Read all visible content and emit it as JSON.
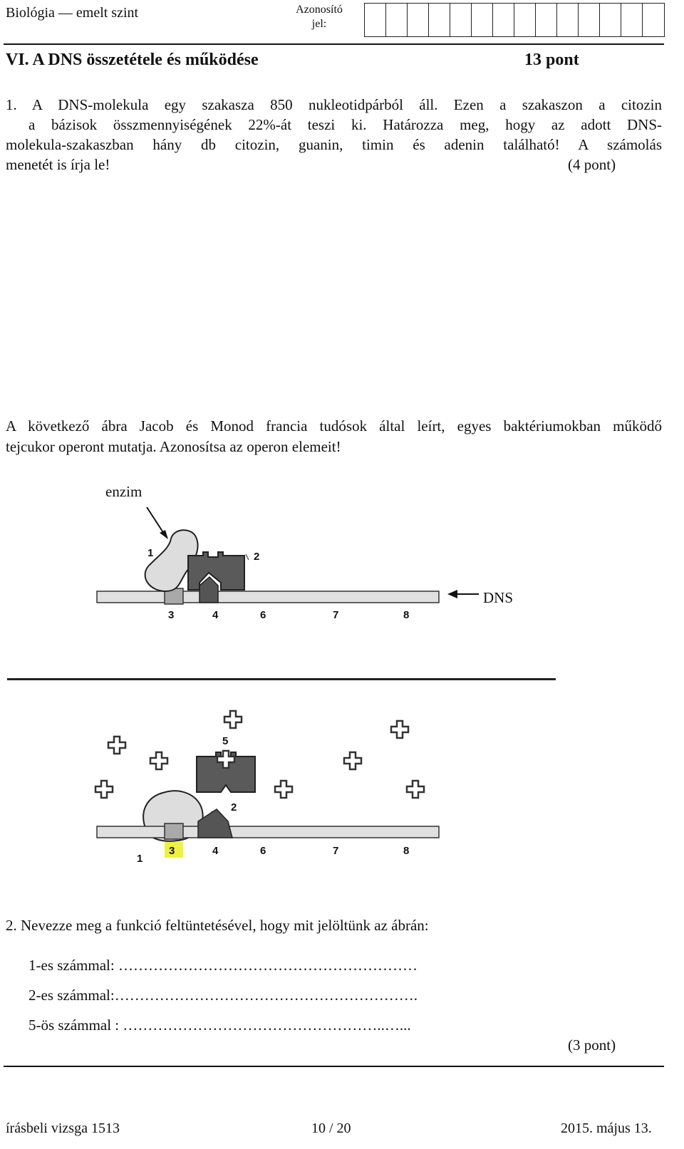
{
  "header": {
    "left": "Biológia — emelt szint",
    "id_label_1": "Azonosító",
    "id_label_2": "jel:"
  },
  "section": {
    "title": "VI. A DNS összetétele és működése",
    "points": "13 pont"
  },
  "q1": {
    "line1": "1. A DNS-molekula egy szakasza 850 nukleotidpárból áll. Ezen a szakaszon a citozin",
    "line2": "a bázisok összmennyiségének 22%-át teszi ki. Határozza meg, hogy az adott DNS-",
    "line3": "molekula-szakaszban hány db citozin, guanin, timin és adenin található! A számolás",
    "line4": "menetét is írja le!",
    "points": "(4 pont)"
  },
  "intro": {
    "line1": "A következő ábra Jacob és Monod francia tudósok által leírt, egyes baktériumokban működő",
    "line2": "tejcukor operont mutatja. Azonosítsa az operon elemeit!"
  },
  "figure": {
    "enzim_label": "enzim",
    "dns_label": "DNS",
    "top_labels": {
      "n1": "1",
      "n2": "2",
      "n3": "3",
      "n4": "4",
      "n6": "6",
      "n7": "7",
      "n8": "8"
    },
    "bottom_labels": {
      "n1": "1",
      "n2": "2",
      "n3": "3",
      "n4": "4",
      "n5": "5",
      "n6": "6",
      "n7": "7",
      "n8": "8"
    },
    "colors": {
      "repressor": "#5a5a5a",
      "enzyme": "#dddddd",
      "dna": "#e0e0e0",
      "highlight": "#f0f040"
    }
  },
  "q2": {
    "prompt": "2. Nevezze meg a funkció feltüntetésével, hogy mit jelöltünk az ábrán:",
    "a1_label": "1-es számmal: ",
    "a1_dots": "……………………………………………………",
    "a2_label": "2-es számmal:",
    "a2_dots": "…………………………………………………….",
    "a5_label": "5-ös számmal : ",
    "a5_dots": "……………………………………………..…...",
    "points": "(3 pont)"
  },
  "footer": {
    "left": "írásbeli vizsga 1513",
    "center": "10 / 20",
    "right": "2015. május 13."
  }
}
